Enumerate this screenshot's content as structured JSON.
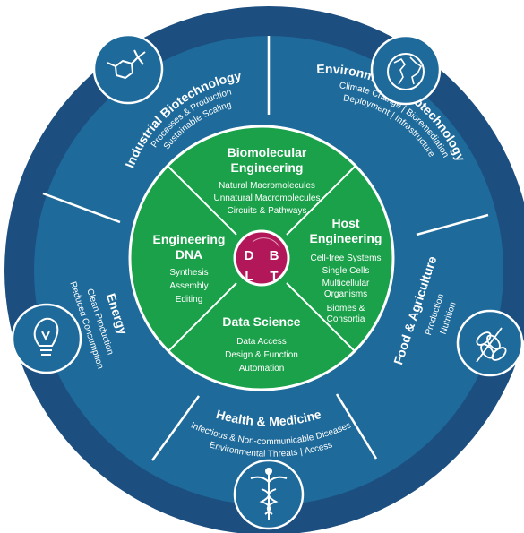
{
  "core": {
    "letters": [
      "D",
      "B",
      "L",
      "T"
    ]
  },
  "inner": {
    "biomolecular": {
      "title_lines": [
        "Biomolecular",
        "Engineering"
      ],
      "items": [
        "Natural Macromolecules",
        "Unnatural Macromolecules",
        "Circuits & Pathways"
      ]
    },
    "host": {
      "title_lines": [
        "Host",
        "Engineering"
      ],
      "items": [
        "Cell-free Systems",
        "Single Cells",
        "Multicellular",
        "Organisms",
        "Biomes &",
        "Consortia"
      ]
    },
    "data_science": {
      "title": "Data Science",
      "items": [
        "Data Access",
        "Design & Function",
        "Automation"
      ]
    },
    "engineering_dna": {
      "title_lines": [
        "Engineering",
        "DNA"
      ],
      "items": [
        "Synthesis",
        "Assembly",
        "Editing"
      ]
    }
  },
  "outer": {
    "industrial": {
      "title": "Industrial Biotechnology",
      "items": [
        "Processes & Production",
        "Sustainable Scaling"
      ]
    },
    "environmental": {
      "title": "Environmental Biotechnology",
      "items": [
        "Climate Change | Bioremediation",
        "Deployment | Infrastructure"
      ]
    },
    "food": {
      "title": "Food & Agriculture",
      "items": [
        "Production",
        "Nutrition"
      ]
    },
    "health": {
      "title": "Health & Medicine",
      "items": [
        "Infectious & Non-communicable Diseases",
        "Environmental Threats | Access"
      ]
    },
    "energy": {
      "title": "Energy",
      "items": [
        "Clean Production",
        "Reduced Consumption"
      ]
    }
  },
  "icons": [
    "molecule-icon",
    "globe-icon",
    "wheat-icon",
    "caduceus-icon",
    "lightbulb-icon"
  ],
  "colors": {
    "outer_ring": "#1c4e80",
    "sector": "#1e6a9a",
    "sector_line": "#ffffff",
    "inner": "#1aa14a",
    "core": "#b2175a"
  }
}
